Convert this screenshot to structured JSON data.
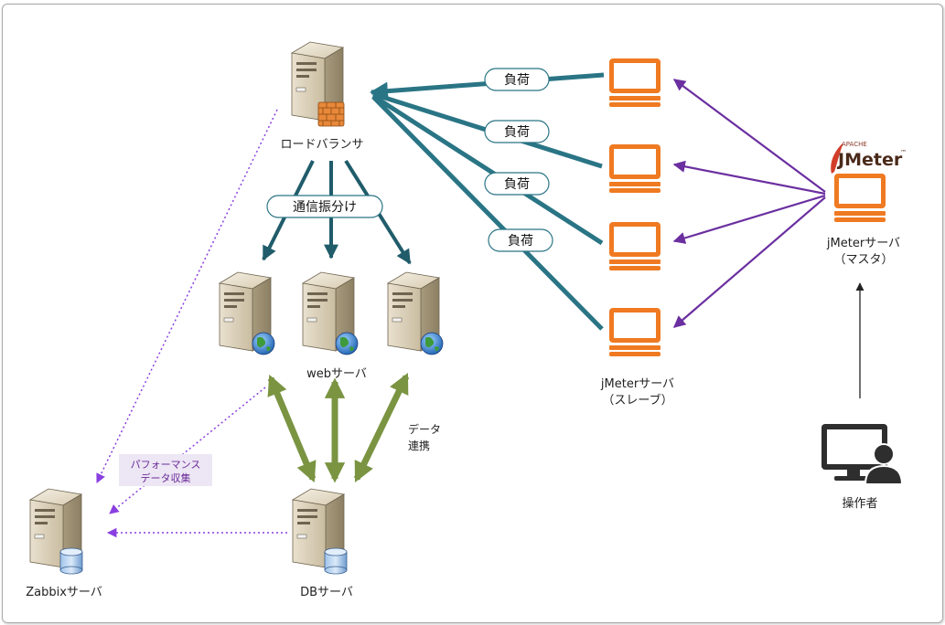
{
  "nodes": {
    "load_balancer": "ロードバランサ",
    "web_servers": "webサーバ",
    "db_server": "DBサーバ",
    "zabbix_server": "Zabbixサーバ",
    "jmeter_master": [
      "jMeterサーバ",
      "（マスタ）"
    ],
    "jmeter_slave": [
      "jMeterサーバ",
      "（スレーブ）"
    ],
    "operator": "操作者"
  },
  "edge_labels": {
    "load": [
      "負荷",
      "負荷",
      "負荷",
      "負荷"
    ],
    "distribution": "通信振分け",
    "data_link": [
      "データ",
      "連携"
    ],
    "perf_collect": [
      "パフォーマンス",
      "データ収集"
    ]
  },
  "logo": {
    "small": "APACHE",
    "main": "JMeter",
    "tm": "™"
  },
  "colors": {
    "teal": "#2a7585",
    "dark_teal": "#205c6a",
    "purple": "#6b2fa0",
    "olive": "#7a9442",
    "orange": "#ef7a22",
    "dotted_purple": "#8a3fe0"
  }
}
